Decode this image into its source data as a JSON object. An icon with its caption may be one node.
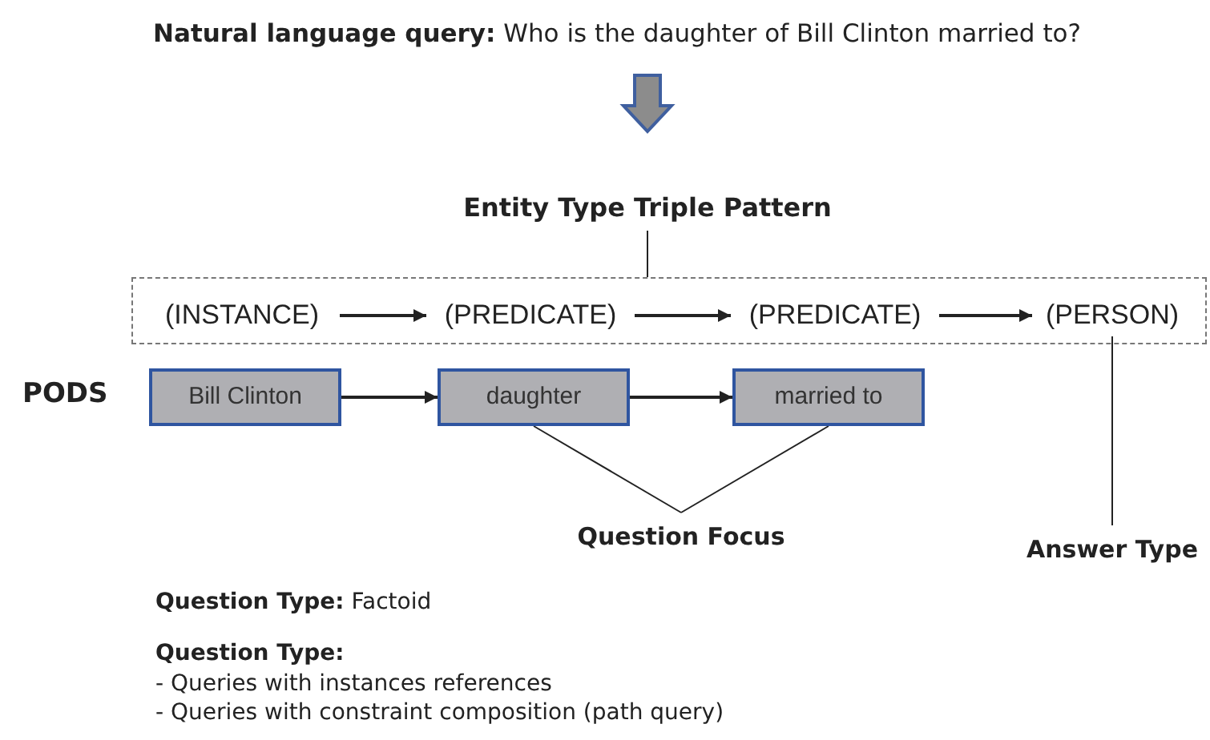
{
  "diagram": {
    "nodes": [
      {
        "text": [
          "**Natural language query:** Who is the daughter of Bill Clinton married to?"
        ]
      },
      {
        "text": [
          "Entity Type Triple Pattern"
        ]
      },
      {
        "text": [],
        "shape": "box"
      },
      {
        "text": [
          "(INSTANCE)"
        ],
        "in": 2
      },
      {
        "text": [
          "(PREDICATE)"
        ],
        "in": 2
      },
      {
        "text": [
          "(PREDICATE)"
        ],
        "in": 2
      },
      {
        "text": [
          "(PERSON)"
        ],
        "in": 2
      },
      {
        "text": [
          "Bill Clinton"
        ]
      },
      {
        "text": [
          "daughter"
        ]
      },
      {
        "text": [
          "married to"
        ]
      },
      {
        "text": [
          "Question Focus"
        ]
      },
      {
        "text": [
          "Answer Type"
        ]
      }
    ],
    "edges": [
      {
        "from": 0,
        "to": 1,
        "arrow": "to",
        "style": "thick",
        "color": "#3f5f9f"
      },
      {
        "from": 1,
        "to": 2,
        "arrow": "none"
      },
      {
        "from": 3,
        "to": 4,
        "arrow": "to"
      },
      {
        "from": 4,
        "to": 5,
        "arrow": "to"
      },
      {
        "from": 5,
        "to": 6,
        "arrow": "to"
      },
      {
        "from": 7,
        "to": 8,
        "arrow": "to"
      },
      {
        "from": 8,
        "to": 9,
        "arrow": "to"
      },
      {
        "from": 10,
        "to": 8,
        "arrow": "none"
      },
      {
        "from": 10,
        "to": 9,
        "arrow": "none"
      },
      {
        "from": 11,
        "to": 6,
        "arrow": "none"
      }
    ],
    "labels": [
      "PODS",
      "**Question Type:** Factoid",
      "Question Type:",
      "- Queries with instances references",
      "- Queries with constraint composition (path query)"
    ]
  }
}
